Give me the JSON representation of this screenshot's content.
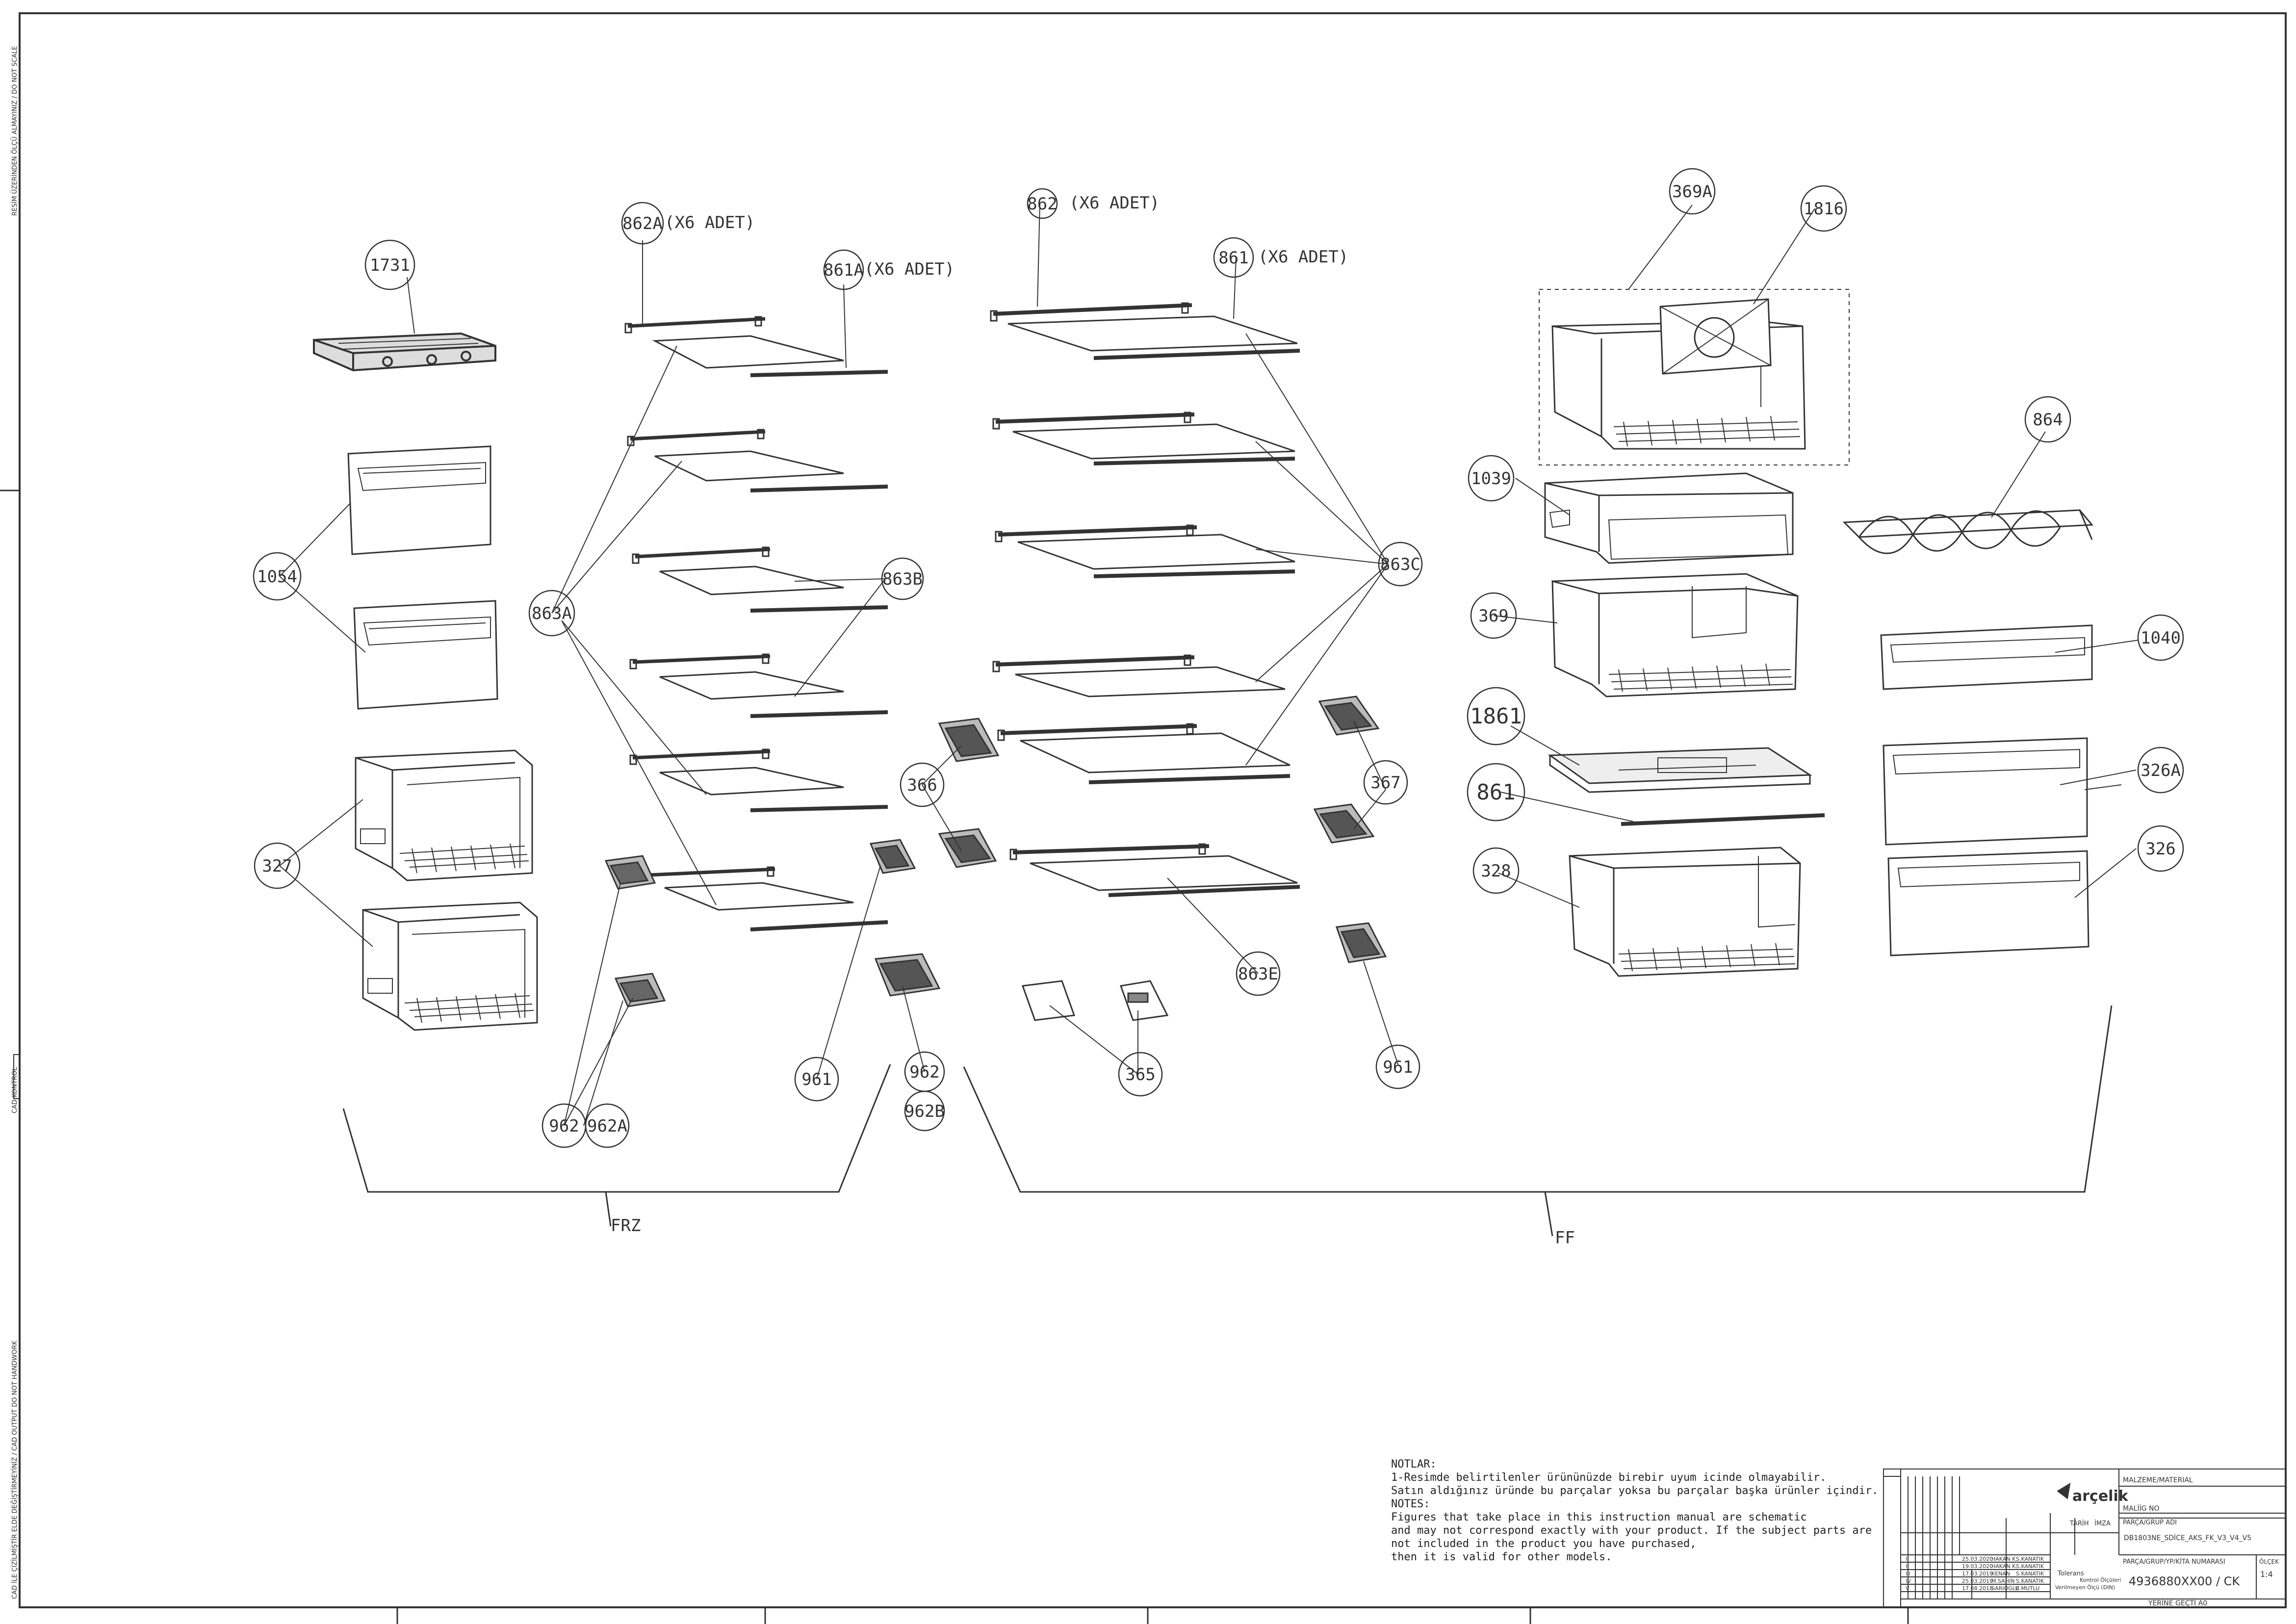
{
  "callouts": {
    "c1731": "1731",
    "c1054": "1054",
    "c327": "327",
    "c862A": "862A",
    "c862A_qty": "(X6 ADET)",
    "c861A": "861A",
    "c861A_qty": "(X6 ADET)",
    "c863A": "863A",
    "c863B": "863B",
    "c962": "962",
    "c962A": "962A",
    "c962_mid": "962",
    "c962B": "962B",
    "c961_left": "961",
    "c366": "366",
    "c862": "862",
    "c862_qty": "(X6 ADET)",
    "c861": "861",
    "c861_qty": "(X6 ADET)",
    "c863C": "863C",
    "c863E": "863E",
    "c365": "365",
    "c367": "367",
    "c961_right": "961",
    "c369A": "369A",
    "c1816": "1816",
    "c1039": "1039",
    "c369": "369",
    "c1861": "1861",
    "c861_right": "861",
    "c328": "328",
    "c864": "864",
    "c1040": "1040",
    "c326A": "326A",
    "c326": "326"
  },
  "groups": {
    "frz": "FRZ",
    "ff": "FF"
  },
  "side_text": {
    "top": "RESİM ÜZERİNDEN ÖLÇÜ ALMAYINIZ / DO NOT SCALE",
    "middle": "CAD KONTROL",
    "bottom": "CAD İLE ÇİZİLMİŞTİR ELDE DEĞİŞTİRMEYİNİZ / CAD OUTPUT DO NOT HANDWORK"
  },
  "notes": {
    "heading_tr": "NOTLAR:",
    "line1": "1-Resimde belirtilenler ürününüzde birebir  uyum icinde olmayabilir.",
    "line2": "Satın aldığınız üründe bu parçalar yoksa bu parçalar başka ürünler içindir.",
    "heading_en": "NOTES:",
    "line3": "Figures that take place in this instruction manual are schematic",
    "line4": " and may not correspond exactly with your product. If the subject parts are",
    "line5": "not included in the product you have purchased,",
    "line6": "then it is valid for other models."
  },
  "title_block": {
    "brand": "arçelik",
    "material": "MALZEME/MATERIAL",
    "ref_no": "MALİİG NO",
    "part_group": "PARÇA/GRUP ADI",
    "part_group_value": "DB1803NE_SDİCE_AKS_FK_V3_V4_V5",
    "part_number_label": "PARÇA/GRUP/YP/KİTA NUMARASI",
    "part_number": "4936880XX00 / CK",
    "tolerance_label": "Tolerans",
    "tolerance_value": "Verilmeyen Ölçü (DIN)",
    "control_label": "Kontrol Ölçüleri",
    "scale_label": "ÖLÇEK",
    "scale_value": "1:4",
    "sheet_label": "YERİNE GEÇTİ  A0",
    "date_col": "TARİH",
    "sign_col": "İMZA",
    "rows": [
      {
        "rev": "I",
        "date": "25.03.2020",
        "name": "HAKAN K.",
        "by": "S.KANATIK"
      },
      {
        "rev": "II",
        "date": "19.03.2020",
        "name": "HAKAN K.",
        "by": "S.KANATIK"
      },
      {
        "rev": "III",
        "date": "17.03.2019",
        "name": "KENAN",
        "by": "S.KANATIK"
      },
      {
        "rev": "IV",
        "date": "25.03.2019",
        "name": "M.SAHIN",
        "by": "S.KANATIK"
      },
      {
        "rev": "V",
        "date": "17.08.2018",
        "name": "SARIOGLU",
        "by": "E.MUTLU"
      }
    ]
  }
}
